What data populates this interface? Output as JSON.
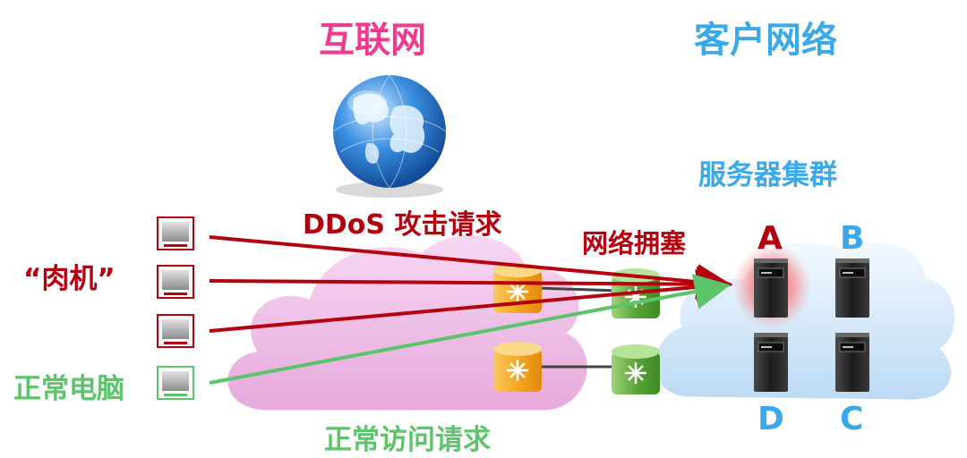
{
  "labels": {
    "internet": "互联网",
    "customer_network": "客户网络",
    "server_cluster": "服务器集群",
    "ddos_requests": "DDoS 攻击请求",
    "congestion": "网络拥塞",
    "zombies": "“肉机”",
    "normal_pc": "正常电脑",
    "normal_requests": "正常访问请求"
  },
  "servers": {
    "a": "A",
    "b": "B",
    "c": "C",
    "d": "D"
  },
  "colors": {
    "internet_title": "#ee3b8f",
    "blue_text": "#3aa9e8",
    "attack_red": "#b4000e",
    "normal_green": "#5cc46a",
    "router_orange": "#f4a720",
    "router_green": "#5aa43a"
  }
}
